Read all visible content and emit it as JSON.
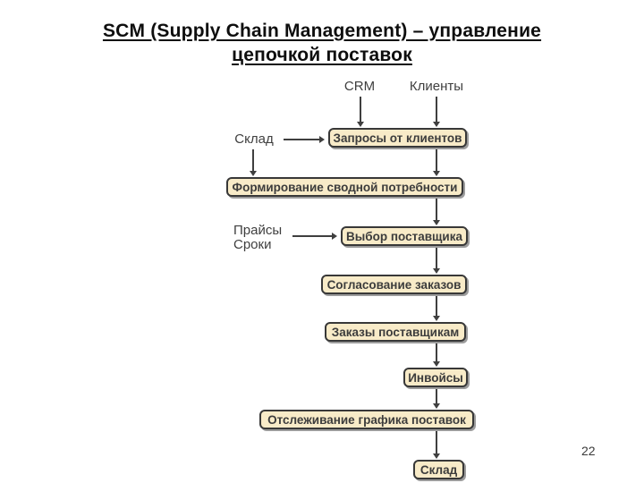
{
  "slide": {
    "title_line1": "SCM (Supply Chain Management) – управление",
    "title_line2": "цепочкой поставок",
    "page_number": "22"
  },
  "diagram": {
    "labels": {
      "crm": "CRM",
      "clients": "Клиенты",
      "warehouse_top": "Склад",
      "prices": "Прайсы",
      "terms": "Сроки"
    },
    "boxes": {
      "client_requests": "Запросы от клиентов",
      "consolidated_demand": "Формирование сводной потребности",
      "supplier_selection": "Выбор поставщика",
      "order_approval": "Согласование заказов",
      "supplier_orders": "Заказы поставщикам",
      "invoices": "Инвойсы",
      "delivery_tracking": "Отслеживание графика поставок",
      "warehouse_bottom": "Склад"
    },
    "colors": {
      "box_fill": "#f8ebc8",
      "box_border": "#383838",
      "box_shadow": "#9c9c9c",
      "box_text": "#3c3c3c",
      "label_text": "#3f3f3f",
      "arrow": "#3f3f3f",
      "title_text": "#0e0e0e"
    }
  }
}
